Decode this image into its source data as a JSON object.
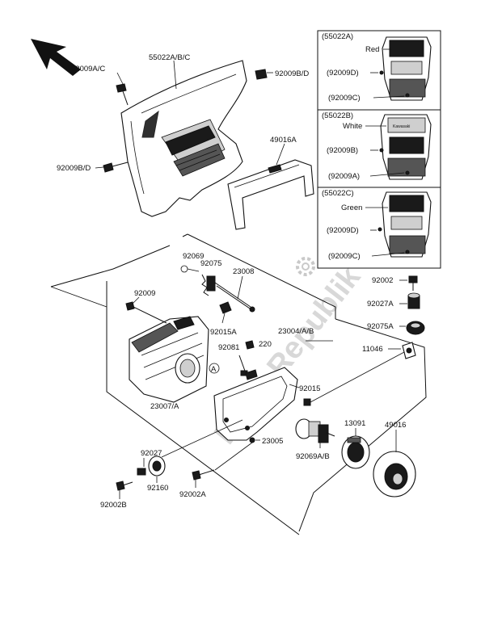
{
  "labels": {
    "cowl_main": "55022A/B/C",
    "cowl_screw_left": "92009A/C",
    "cowl_screw_right": "92009B/D",
    "cowl_bolt_lower": "92009B/D",
    "bracket": "49016A",
    "panel_a": "(55022A)",
    "panel_a_color": "Red",
    "panel_a_screw_d": "(92009D)",
    "panel_a_screw_c": "(92009C)",
    "panel_b": "(55022B)",
    "panel_b_color": "White",
    "panel_b_screw_b": "(92009B)",
    "panel_b_screw_a": "(92009A)",
    "panel_c": "(55022C)",
    "panel_c_color": "Green",
    "panel_c_screw_d": "(92009D)",
    "panel_c_screw_c": "(92009C)",
    "clip": "92069",
    "spring": "92075",
    "adjuster_rod": "23008",
    "screw_92009": "92009",
    "clamp": "92015A",
    "assembly": "23004/A/B",
    "nut_92081": "92081",
    "bolt_220": "220",
    "lens_unit": "23007/A",
    "marker_a": "A",
    "clip_92015": "92015",
    "frame": "23005",
    "bolt_92002": "92002",
    "collar": "92027A",
    "grommet": "92075A",
    "bracket_11046": "11046",
    "socket": "13091",
    "dust_cover": "49016",
    "bulb": "92069A/B",
    "collar_92027": "92027",
    "bush": "92160",
    "bolt_92002a": "92002A",
    "bolt_92002b": "92002B"
  },
  "watermark": "Parts Republik",
  "icons": {
    "direction": "front-arrow-icon",
    "logo": "gear-logo-icon"
  },
  "colors": {
    "ink": "#111111",
    "watermark": "#d8d8d8"
  }
}
